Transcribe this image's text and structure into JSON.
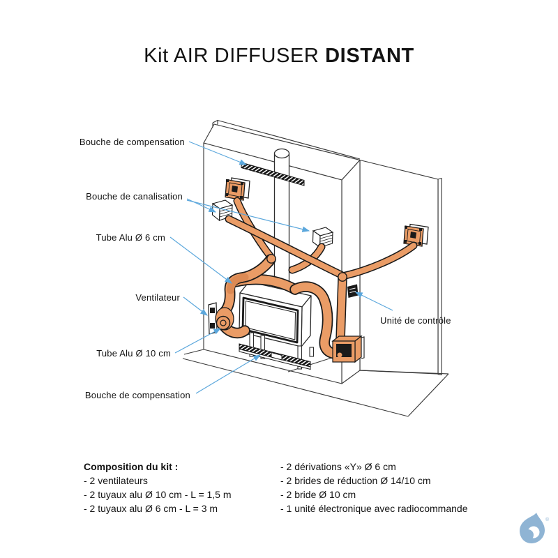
{
  "title": {
    "prefix": "Kit AIR DIFFUSER ",
    "emphasis": "DISTANT"
  },
  "diagram": {
    "labels": {
      "bouche_compensation_top": "Bouche de compensation",
      "bouche_canalisation": "Bouche de canalisation",
      "tube_alu_6": "Tube Alu Ø 6 cm",
      "ventilateur": "Ventilateur",
      "tube_alu_10": "Tube Alu Ø 10 cm",
      "bouche_compensation_bottom": "Bouche de compensation",
      "unite_controle": "Unité de contrôle"
    },
    "colors": {
      "duct_orange": "#EA9C66",
      "duct_outline": "#1a1a1a",
      "leader_arrow_blue": "#5BA7DC",
      "drawing_line": "#3a3a3a"
    }
  },
  "composition": {
    "heading": "Composition du kit :",
    "left_items": [
      "- 2 ventilateurs",
      "- 2 tuyaux alu Ø 10 cm - L = 1,5 m",
      "- 2 tuyaux alu Ø 6 cm - L = 3 m"
    ],
    "right_items": [
      "- 2 dérivations «Y» Ø 6 cm",
      "- 2 brides de réduction Ø 14/10 cm",
      "- 2 bride Ø 10 cm",
      "- 1 unité électronique avec radiocommande"
    ]
  },
  "logo": {
    "registered_mark": "®",
    "color": "#8FB4D4"
  }
}
